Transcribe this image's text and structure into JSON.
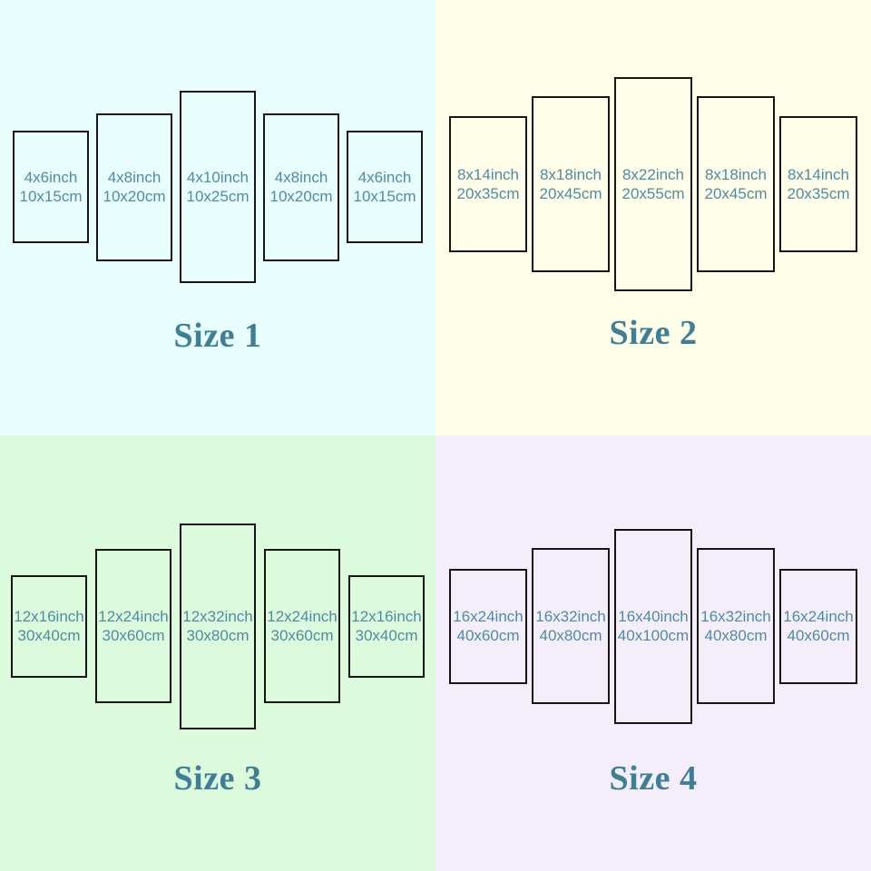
{
  "colors": {
    "panel_text": "#4e8ca2",
    "size_label_text": "#3f7f96",
    "panel_border": "#151515",
    "bg_size1": "#e7fefd",
    "bg_size2": "#fffee9",
    "bg_size3": "#dcfbdc",
    "bg_size4": "#f4eefb"
  },
  "sizes": [
    {
      "label": "Size 1",
      "panels": [
        {
          "inch": "4x6inch",
          "cm": "10x15cm"
        },
        {
          "inch": "4x8inch",
          "cm": "10x20cm"
        },
        {
          "inch": "4x10inch",
          "cm": "10x25cm"
        },
        {
          "inch": "4x8inch",
          "cm": "10x20cm"
        },
        {
          "inch": "4x6inch",
          "cm": "10x15cm"
        }
      ]
    },
    {
      "label": "Size 2",
      "panels": [
        {
          "inch": "8x14inch",
          "cm": "20x35cm"
        },
        {
          "inch": "8x18inch",
          "cm": "20x45cm"
        },
        {
          "inch": "8x22inch",
          "cm": "20x55cm"
        },
        {
          "inch": "8x18inch",
          "cm": "20x45cm"
        },
        {
          "inch": "8x14inch",
          "cm": "20x35cm"
        }
      ]
    },
    {
      "label": "Size 3",
      "panels": [
        {
          "inch": "12x16inch",
          "cm": "30x40cm"
        },
        {
          "inch": "12x24inch",
          "cm": "30x60cm"
        },
        {
          "inch": "12x32inch",
          "cm": "30x80cm"
        },
        {
          "inch": "12x24inch",
          "cm": "30x60cm"
        },
        {
          "inch": "12x16inch",
          "cm": "30x40cm"
        }
      ]
    },
    {
      "label": "Size 4",
      "panels": [
        {
          "inch": "16x24inch",
          "cm": "40x60cm"
        },
        {
          "inch": "16x32inch",
          "cm": "40x80cm"
        },
        {
          "inch": "16x40inch",
          "cm": "40x100cm"
        },
        {
          "inch": "16x32inch",
          "cm": "40x80cm"
        },
        {
          "inch": "16x24inch",
          "cm": "40x60cm"
        }
      ]
    }
  ]
}
